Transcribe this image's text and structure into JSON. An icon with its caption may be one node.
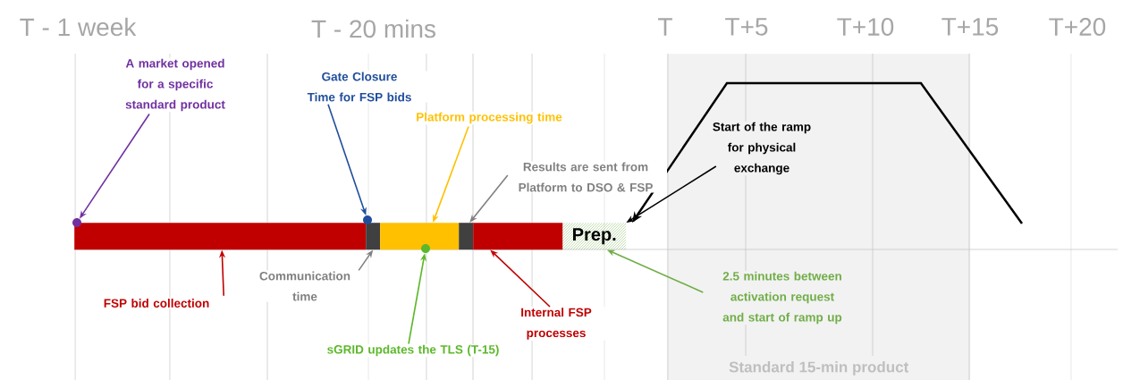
{
  "diagram": {
    "nodes": [
      {
        "text": [
          "A market opened for a specific standard product"
        ]
      },
      {
        "text": [
          "Gate Closure Time for FSP bids"
        ]
      },
      {
        "text": [
          "Platform processing time"
        ]
      },
      {
        "text": [
          "Results are sent from Platform to DSO & FSP"
        ]
      },
      {
        "text": [
          "Standard 15-min product"
        ]
      },
      {
        "text": [
          "Start of the ramp for physical exchange"
        ],
        "in": 4
      },
      {
        "text": [],
        "shape": "circle"
      },
      {
        "text": [],
        "shape": "circle"
      },
      {
        "text": [],
        "shape": "bar"
      },
      {
        "text": [],
        "shape": "bar"
      },
      {
        "text": [],
        "shape": "bar"
      },
      {
        "text": [],
        "shape": "bar"
      },
      {
        "text": [],
        "shape": "bar"
      },
      {
        "text": [
          "Prep."
        ]
      },
      {
        "text": [],
        "shape": "circle"
      },
      {
        "text": [
          "Communication time"
        ]
      },
      {
        "text": [
          "FSP bid collection"
        ]
      },
      {
        "text": [
          "sGRID updates the TLS (T-15)"
        ]
      },
      {
        "text": [
          "Internal FSP processes"
        ]
      },
      {
        "text": [
          "2.5 minutes between activation request and start of ramp up"
        ],
        "in": 4
      }
    ],
    "edges": [
      {
        "from": 0,
        "to": 6,
        "arrow": "to",
        "color": "#7030a0"
      },
      {
        "from": 1,
        "to": 7,
        "arrow": "to",
        "color": "#1f4e9c"
      },
      {
        "from": 2,
        "to": 10,
        "arrow": "to",
        "color": "#ffc000"
      },
      {
        "from": 3,
        "to": 11,
        "arrow": "to",
        "color": "#808080"
      },
      {
        "from": 5,
        "to": 13,
        "arrow": "to",
        "color": "#000000"
      },
      {
        "from": 15,
        "to": 9,
        "arrow": "to",
        "color": "#808080"
      },
      {
        "from": 16,
        "to": 8,
        "arrow": "to",
        "color": "#c00000"
      },
      {
        "from": 17,
        "to": 14,
        "arrow": "to",
        "color": "#5cb82a"
      },
      {
        "from": 18,
        "to": 12,
        "arrow": "to",
        "color": "#c00000"
      },
      {
        "from": 19,
        "to": 13,
        "arrow": "to",
        "color": "#70ad47"
      }
    ],
    "labels": [
      "T - 1 week",
      "T - 20 mins",
      "T",
      "T+5",
      "T+10",
      "T+15",
      "T+20"
    ]
  }
}
